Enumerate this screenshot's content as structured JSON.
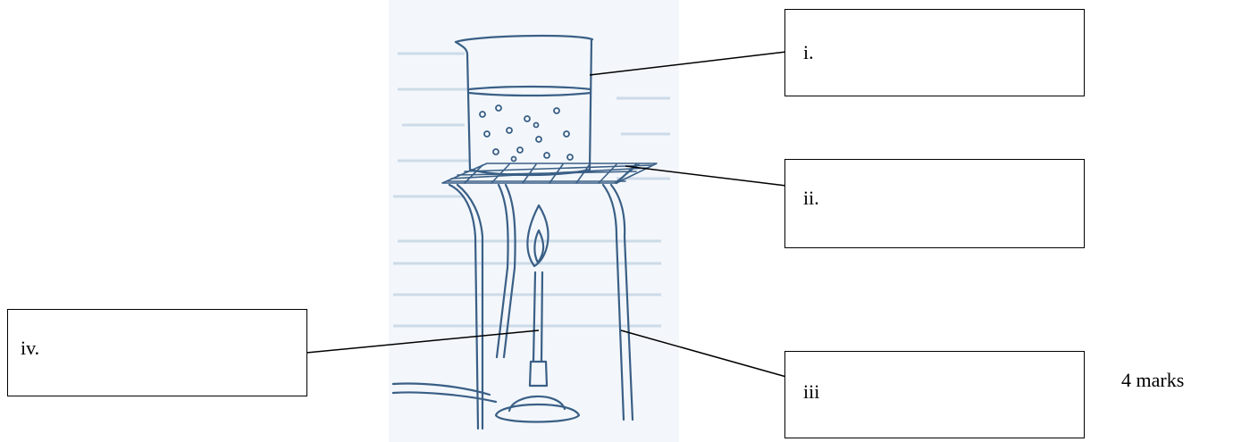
{
  "labels": {
    "i": "i.",
    "ii": "ii.",
    "iii": "iii",
    "iv": "iv."
  },
  "marks": "4 marks",
  "colors": {
    "sketch": "#3a5f86",
    "faint_text": "#c9d7e6",
    "paper_tint": "#f3f7fb",
    "leader_line": "#000000"
  }
}
